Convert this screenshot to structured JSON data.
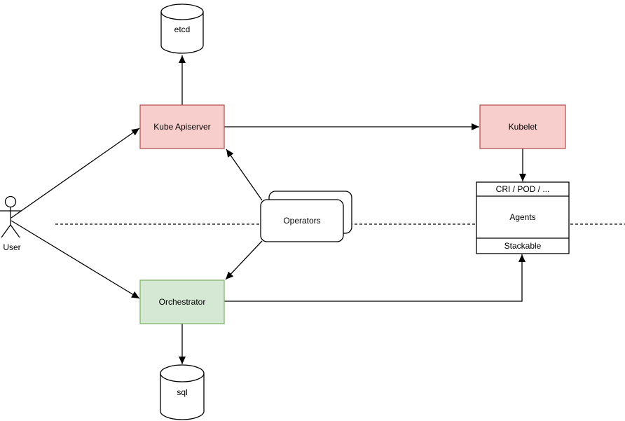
{
  "diagram": {
    "actor": {
      "label": "User"
    },
    "nodes": {
      "etcd": {
        "label": "etcd",
        "shape": "database-cylinder"
      },
      "kube_apiserver": {
        "label": "Kube Apiserver"
      },
      "kubelet": {
        "label": "Kubelet"
      },
      "operators": {
        "label": "Operators",
        "shape": "stacked-rounded-rect"
      },
      "agent_stack": {
        "top_label": "CRI / POD / ...",
        "middle_label": "Agents",
        "bottom_label": "Stackable"
      },
      "orchestrator": {
        "label": "Orchestrator"
      },
      "sql": {
        "label": "sql",
        "shape": "database-cylinder"
      }
    },
    "edges": [
      {
        "from": "user",
        "to": "kube_apiserver",
        "arrow": "end"
      },
      {
        "from": "user",
        "to": "orchestrator",
        "arrow": "end"
      },
      {
        "from": "kube_apiserver",
        "to": "etcd",
        "arrow": "end"
      },
      {
        "from": "kube_apiserver",
        "to": "kubelet",
        "arrow": "end"
      },
      {
        "from": "kubelet",
        "to": "agent_stack_top",
        "arrow": "end"
      },
      {
        "from": "operators",
        "to": "kube_apiserver",
        "arrow": "end"
      },
      {
        "from": "operators",
        "to": "orchestrator",
        "arrow": "end"
      },
      {
        "from": "orchestrator",
        "to": "agent_stack_bottom",
        "arrow": "end"
      },
      {
        "from": "orchestrator",
        "to": "sql",
        "arrow": "end"
      }
    ],
    "separator": {
      "style": "dashed-horizontal"
    },
    "colors": {
      "red_fill": "#f8cecc",
      "red_stroke": "#b85450",
      "green_fill": "#d5e8d4",
      "green_stroke": "#82b366",
      "shape_fill": "#ffffff",
      "line": "#000000"
    }
  }
}
